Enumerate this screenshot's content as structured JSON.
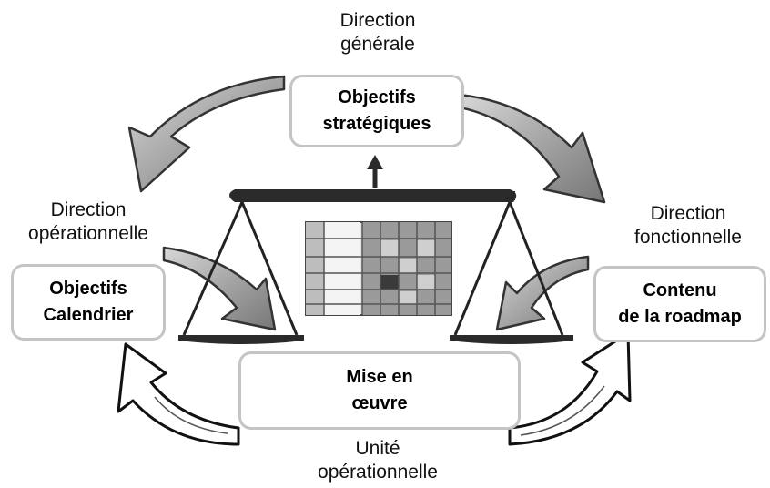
{
  "labels": {
    "top_line1": "Direction",
    "top_line2": "générale",
    "left_line1": "Direction",
    "left_line2": "opérationnelle",
    "right_line1": "Direction",
    "right_line2": "fonctionnelle",
    "bottom_line1": "Unité",
    "bottom_line2": "opérationnelle"
  },
  "boxes": {
    "top_line1": "Objectifs",
    "top_line2": "stratégiques",
    "left_line1": "Objectifs",
    "left_line2": "Calendrier",
    "right_line1": "Contenu",
    "right_line2": "de la roadmap",
    "bottom_line1": "Mise en",
    "bottom_line2": "œuvre"
  },
  "colors": {
    "box_border": "#c4c4c4",
    "arrow_fill": "#a8a8a8",
    "scale": "#2a2a2a"
  },
  "icons": [
    "curved-arrow-icon",
    "balance-scale-icon",
    "grid-table-icon"
  ]
}
